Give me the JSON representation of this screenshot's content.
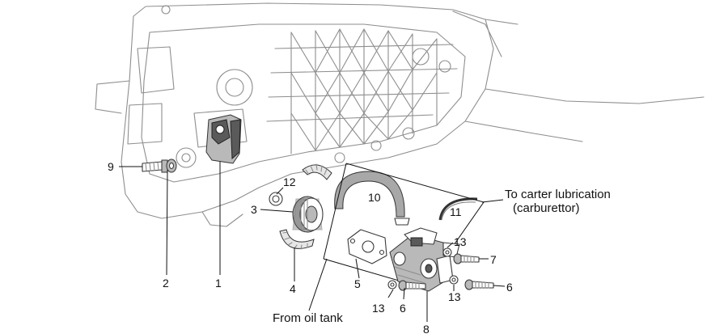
{
  "callouts": {
    "c1": "1",
    "c2": "2",
    "c3": "3",
    "c4": "4",
    "c5": "5",
    "c6a": "6",
    "c6b": "6",
    "c7": "7",
    "c8": "8",
    "c9": "9",
    "c10": "10",
    "c11": "11",
    "c12": "12",
    "c13a": "13",
    "c13b": "13",
    "c13c": "13"
  },
  "notes": {
    "carter_line1": "To carter lubrication",
    "carter_line2": "(carburettor)",
    "oil_tank": "From oil tank"
  }
}
